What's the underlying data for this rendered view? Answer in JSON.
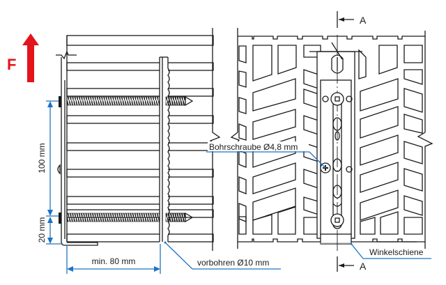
{
  "force": {
    "label": "F",
    "color": "#e3141b"
  },
  "dimensions": {
    "spacing": "100 mm",
    "edge": "20 mm",
    "depth": "min. 80 mm",
    "color": "#1f73c1"
  },
  "callouts": {
    "screw": "Bohrschraube Ø4,8 mm",
    "predrill": "vorbohren Ø10 mm",
    "rail": "Winkelschiene"
  },
  "section": {
    "top": "A",
    "bottom": "A"
  }
}
